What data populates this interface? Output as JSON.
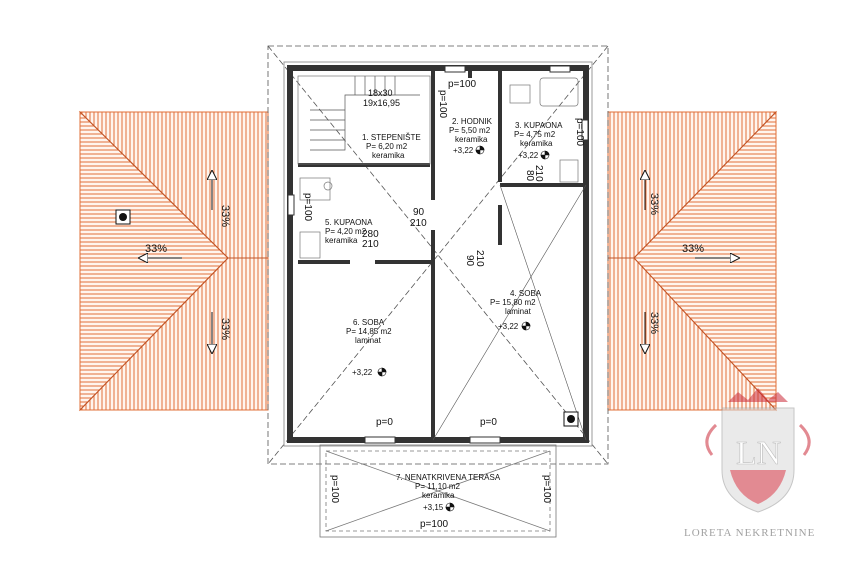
{
  "rooms": [
    {
      "id": "stepeniste",
      "name": "1. STEPENIŠTE",
      "area": "P= 6,20 m2",
      "floor": "keramika",
      "extra": ""
    },
    {
      "id": "hodnik",
      "name": "2. HODNIK",
      "area": "P= 5,50 m2",
      "floor": "keramika",
      "extra": "+3,22"
    },
    {
      "id": "kupaona3",
      "name": "3. KUPAONA",
      "area": "P= 4,75 m2",
      "floor": "keramika",
      "extra": "+3,22"
    },
    {
      "id": "soba4",
      "name": "4. SOBA",
      "area": "P= 15,80 m2",
      "floor": "laminat",
      "extra": "+3,22"
    },
    {
      "id": "kupaona5",
      "name": "5. KUPAONA",
      "area": "P= 4,20 m2",
      "floor": "keramika",
      "extra": ""
    },
    {
      "id": "soba6",
      "name": "6. SOBA",
      "area": "P= 14,85 m2",
      "floor": "laminat",
      "extra": "+3,22"
    },
    {
      "id": "terasa",
      "name": "7. NENATKRIVENA TERASA",
      "area": "P= 11,10 m2",
      "floor": "keramika",
      "extra": "+3,15"
    }
  ],
  "stairs": {
    "step": "18x30",
    "count": "19x16,95"
  },
  "openings": {
    "p100": "p=100",
    "p0": "p=0",
    "d80": "80",
    "d90": "90",
    "d210": "210",
    "d280": "280"
  },
  "roof": {
    "slope": "33%"
  },
  "watermark": {
    "text": "LORETA NEKRETNINE",
    "monogram": "LN"
  },
  "colors": {
    "roof": "#e0703a",
    "wall": "#333333",
    "logo": "#cc2b3a"
  }
}
